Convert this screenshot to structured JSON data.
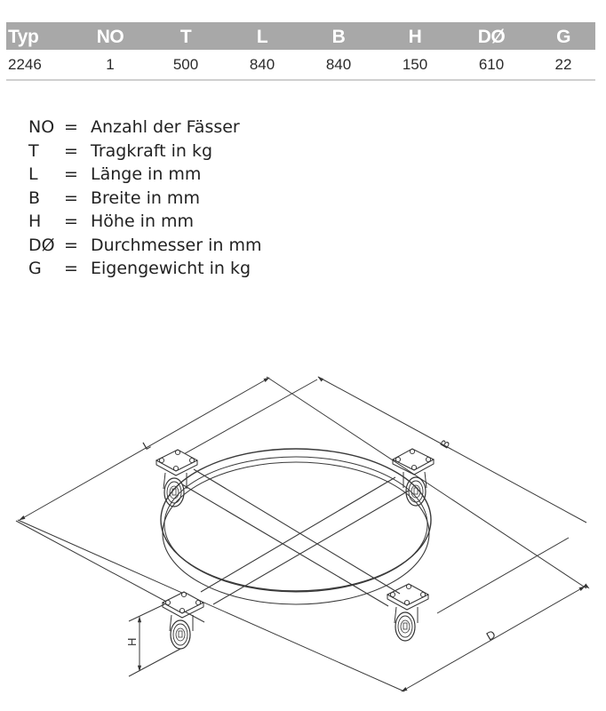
{
  "table": {
    "headers": [
      "Typ",
      "NO",
      "T",
      "L",
      "B",
      "H",
      "DØ",
      "G"
    ],
    "rows": [
      [
        "2246",
        "1",
        "500",
        "840",
        "840",
        "150",
        "610",
        "22"
      ]
    ],
    "header_bg": "#a8a8a8",
    "header_text_color": "#ffffff"
  },
  "legend": [
    {
      "key": "NO",
      "eq": "=",
      "desc": "Anzahl der Fässer"
    },
    {
      "key": "T",
      "eq": "=",
      "desc": "Tragkraft in kg"
    },
    {
      "key": "L",
      "eq": "=",
      "desc": "Länge in mm"
    },
    {
      "key": "B",
      "eq": "=",
      "desc": "Breite in mm"
    },
    {
      "key": "H",
      "eq": "=",
      "desc": "Höhe in mm"
    },
    {
      "key": "DØ",
      "eq": "=",
      "desc": "Durchmesser in mm"
    },
    {
      "key": "G",
      "eq": "=",
      "desc": "Eigengewicht in kg"
    }
  ],
  "drawing": {
    "subject": "drum-trolley-isometric",
    "dimension_labels": {
      "length": "L",
      "width": "B",
      "diameter": "D",
      "height": "H"
    },
    "line_color": "#3a3a3a"
  }
}
